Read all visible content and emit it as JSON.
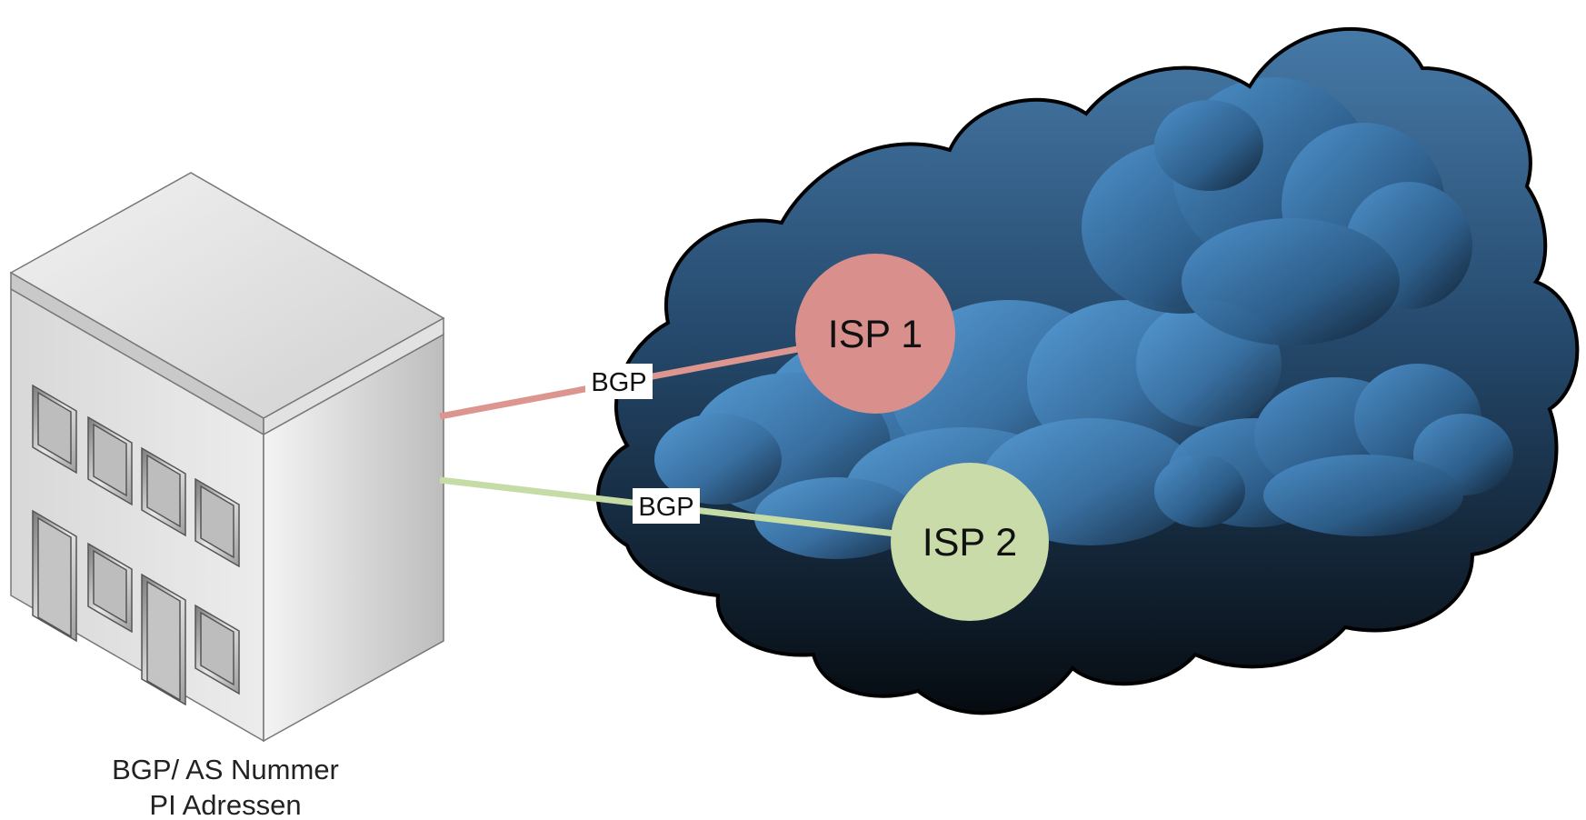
{
  "building": {
    "caption_line1": "BGP/ AS Nummer",
    "caption_line2": "PI Adressen"
  },
  "cloud": {
    "icon": "internet-cloud-icon",
    "dark_color": "#0e1a26",
    "light_color": "#4b8cc4"
  },
  "isps": [
    {
      "label": "ISP 1",
      "color": "#d98f8b"
    },
    {
      "label": "ISP 2",
      "color": "#c9dba9"
    }
  ],
  "links": [
    {
      "label": "BGP",
      "color": "#dd9590"
    },
    {
      "label": "BGP",
      "color": "#c6dca6"
    }
  ]
}
